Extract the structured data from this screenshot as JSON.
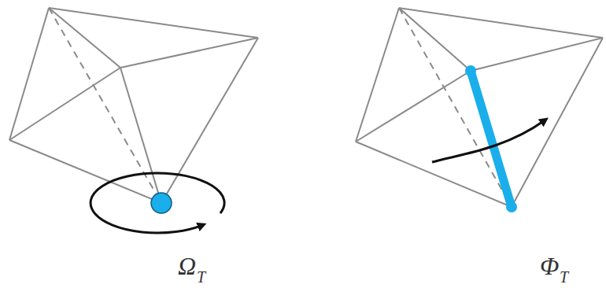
{
  "diagram": {
    "labels": [
      "Ω",
      "T",
      "Φ",
      "T"
    ]
  }
}
